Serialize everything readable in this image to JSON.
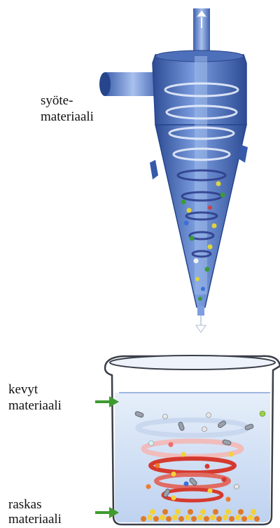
{
  "labels": {
    "feed_line1": "syöte-",
    "feed_line2": "materiaali",
    "light_line1": "kevyt",
    "light_line2": "materiaali",
    "heavy_line1": "raskas",
    "heavy_line2": "materiaali"
  },
  "colors": {
    "cyclone_body": "#5a7fc8",
    "cyclone_dark": "#2f4f9a",
    "beaker_water": "#cfe0f5",
    "arrow_green": "#3f9a2f",
    "vortex_red": "#d53a2f",
    "vortex_light": "#dfe9f7"
  },
  "icons": {
    "top_outlet": "arrow-up-icon",
    "bottom_outlet": "arrow-down-icon",
    "pointer_light": "arrow-right-icon",
    "pointer_heavy": "arrow-right-icon"
  }
}
